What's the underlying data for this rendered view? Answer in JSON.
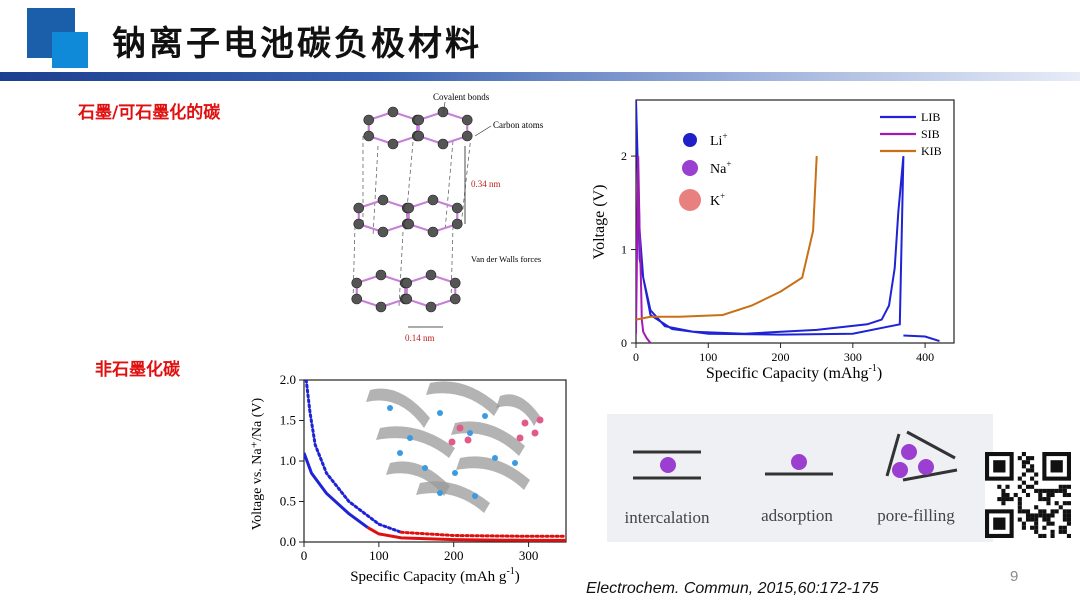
{
  "header": {
    "title": "钠离子电池碳负极材料"
  },
  "sections": {
    "graphitic": "石墨/可石墨化的碳",
    "non_graphitic": "非石墨化碳"
  },
  "graphite_figure": {
    "label_bonds": "Covalent bonds",
    "label_atoms": "Carbon atoms",
    "label_spacing": "0.34 nm",
    "label_vdw": "Van der Walls forces",
    "label_bond_len": "0.14 nm"
  },
  "chart_top": {
    "legend_ions": [
      "Li",
      "Na",
      "K"
    ],
    "legend_sup": "+",
    "series_names": [
      "LIB",
      "SIB",
      "KIB"
    ],
    "xlabel": "Specific Capacity (mAhg",
    "xlabel_sup": "-1",
    "xlabel_end": ")",
    "ylabel": "Voltage (V)",
    "xticks": [
      "0",
      "100",
      "200",
      "300",
      "400"
    ],
    "yticks": [
      "0",
      "1",
      "2"
    ]
  },
  "chart_bottom": {
    "xlabel": "Specific Capacity (mAh g",
    "xlabel_sup": "-1",
    "xlabel_end": ")",
    "ylabel": "Voltage vs. Na⁺/Na (V)",
    "xticks": [
      "0",
      "100",
      "200",
      "300"
    ],
    "yticks": [
      "0.0",
      "0.5",
      "1.0",
      "1.5",
      "2.0"
    ]
  },
  "mechanisms": {
    "items": [
      "intercalation",
      "adsorption",
      "pore-filling"
    ]
  },
  "citation": "Electrochem. Commun, 2015,60:172-175",
  "page_number": "9",
  "chart_data": [
    {
      "type": "line",
      "xlabel": "Specific Capacity (mAhg-1)",
      "ylabel": "Voltage (V)",
      "xlim": [
        0,
        440
      ],
      "ylim": [
        0,
        2.6
      ],
      "series": [
        {
          "name": "LIB",
          "color": "#1f23d6",
          "x": [
            0,
            5,
            10,
            20,
            40,
            80,
            150,
            250,
            320,
            340,
            350,
            358,
            363,
            370,
            365,
            300,
            200,
            100,
            50,
            20,
            5,
            0
          ],
          "y": [
            2.6,
            1.2,
            0.7,
            0.35,
            0.18,
            0.12,
            0.1,
            0.14,
            0.2,
            0.25,
            0.4,
            0.8,
            1.4,
            2.0,
            0.2,
            0.1,
            0.09,
            0.1,
            0.15,
            0.3,
            0.9,
            2.6
          ],
          "discharge_tail": {
            "x": [
              370,
              400,
              420
            ],
            "y": [
              0.08,
              0.07,
              0.02
            ]
          }
        },
        {
          "name": "SIB",
          "color": "#a21ab5",
          "x": [
            0,
            3,
            5,
            7,
            8,
            10,
            15,
            20
          ],
          "y": [
            0.1,
            2.0,
            1.2,
            0.6,
            0.25,
            0.12,
            0.05,
            0.0
          ]
        },
        {
          "name": "KIB",
          "color": "#c87016",
          "x": [
            0,
            20,
            60,
            120,
            160,
            200,
            230,
            245,
            250
          ],
          "y": [
            0.25,
            0.28,
            0.28,
            0.3,
            0.4,
            0.55,
            0.7,
            1.2,
            2.0
          ]
        }
      ]
    },
    {
      "type": "line",
      "xlabel": "Specific Capacity (mAh g-1)",
      "ylabel": "Voltage vs. Na+/Na (V)",
      "xlim": [
        0,
        350
      ],
      "ylim": [
        0,
        2.0
      ],
      "series": [
        {
          "style": "solid",
          "color": "#1f23d6",
          "x": [
            0,
            10,
            30,
            60,
            85
          ],
          "y": [
            1.1,
            0.85,
            0.6,
            0.35,
            0.18
          ]
        },
        {
          "style": "solid",
          "color": "#e01010",
          "x": [
            85,
            100,
            130,
            200,
            300,
            350
          ],
          "y": [
            0.18,
            0.1,
            0.05,
            0.03,
            0.02,
            0.02
          ]
        },
        {
          "style": "dotted",
          "color": "#1f23d6",
          "x": [
            3,
            8,
            15,
            30,
            60,
            100,
            130
          ],
          "y": [
            2.0,
            1.6,
            1.2,
            0.85,
            0.5,
            0.22,
            0.12
          ]
        },
        {
          "style": "dotted",
          "color": "#e01010",
          "x": [
            130,
            200,
            300,
            350
          ],
          "y": [
            0.12,
            0.08,
            0.07,
            0.07
          ]
        }
      ]
    }
  ]
}
